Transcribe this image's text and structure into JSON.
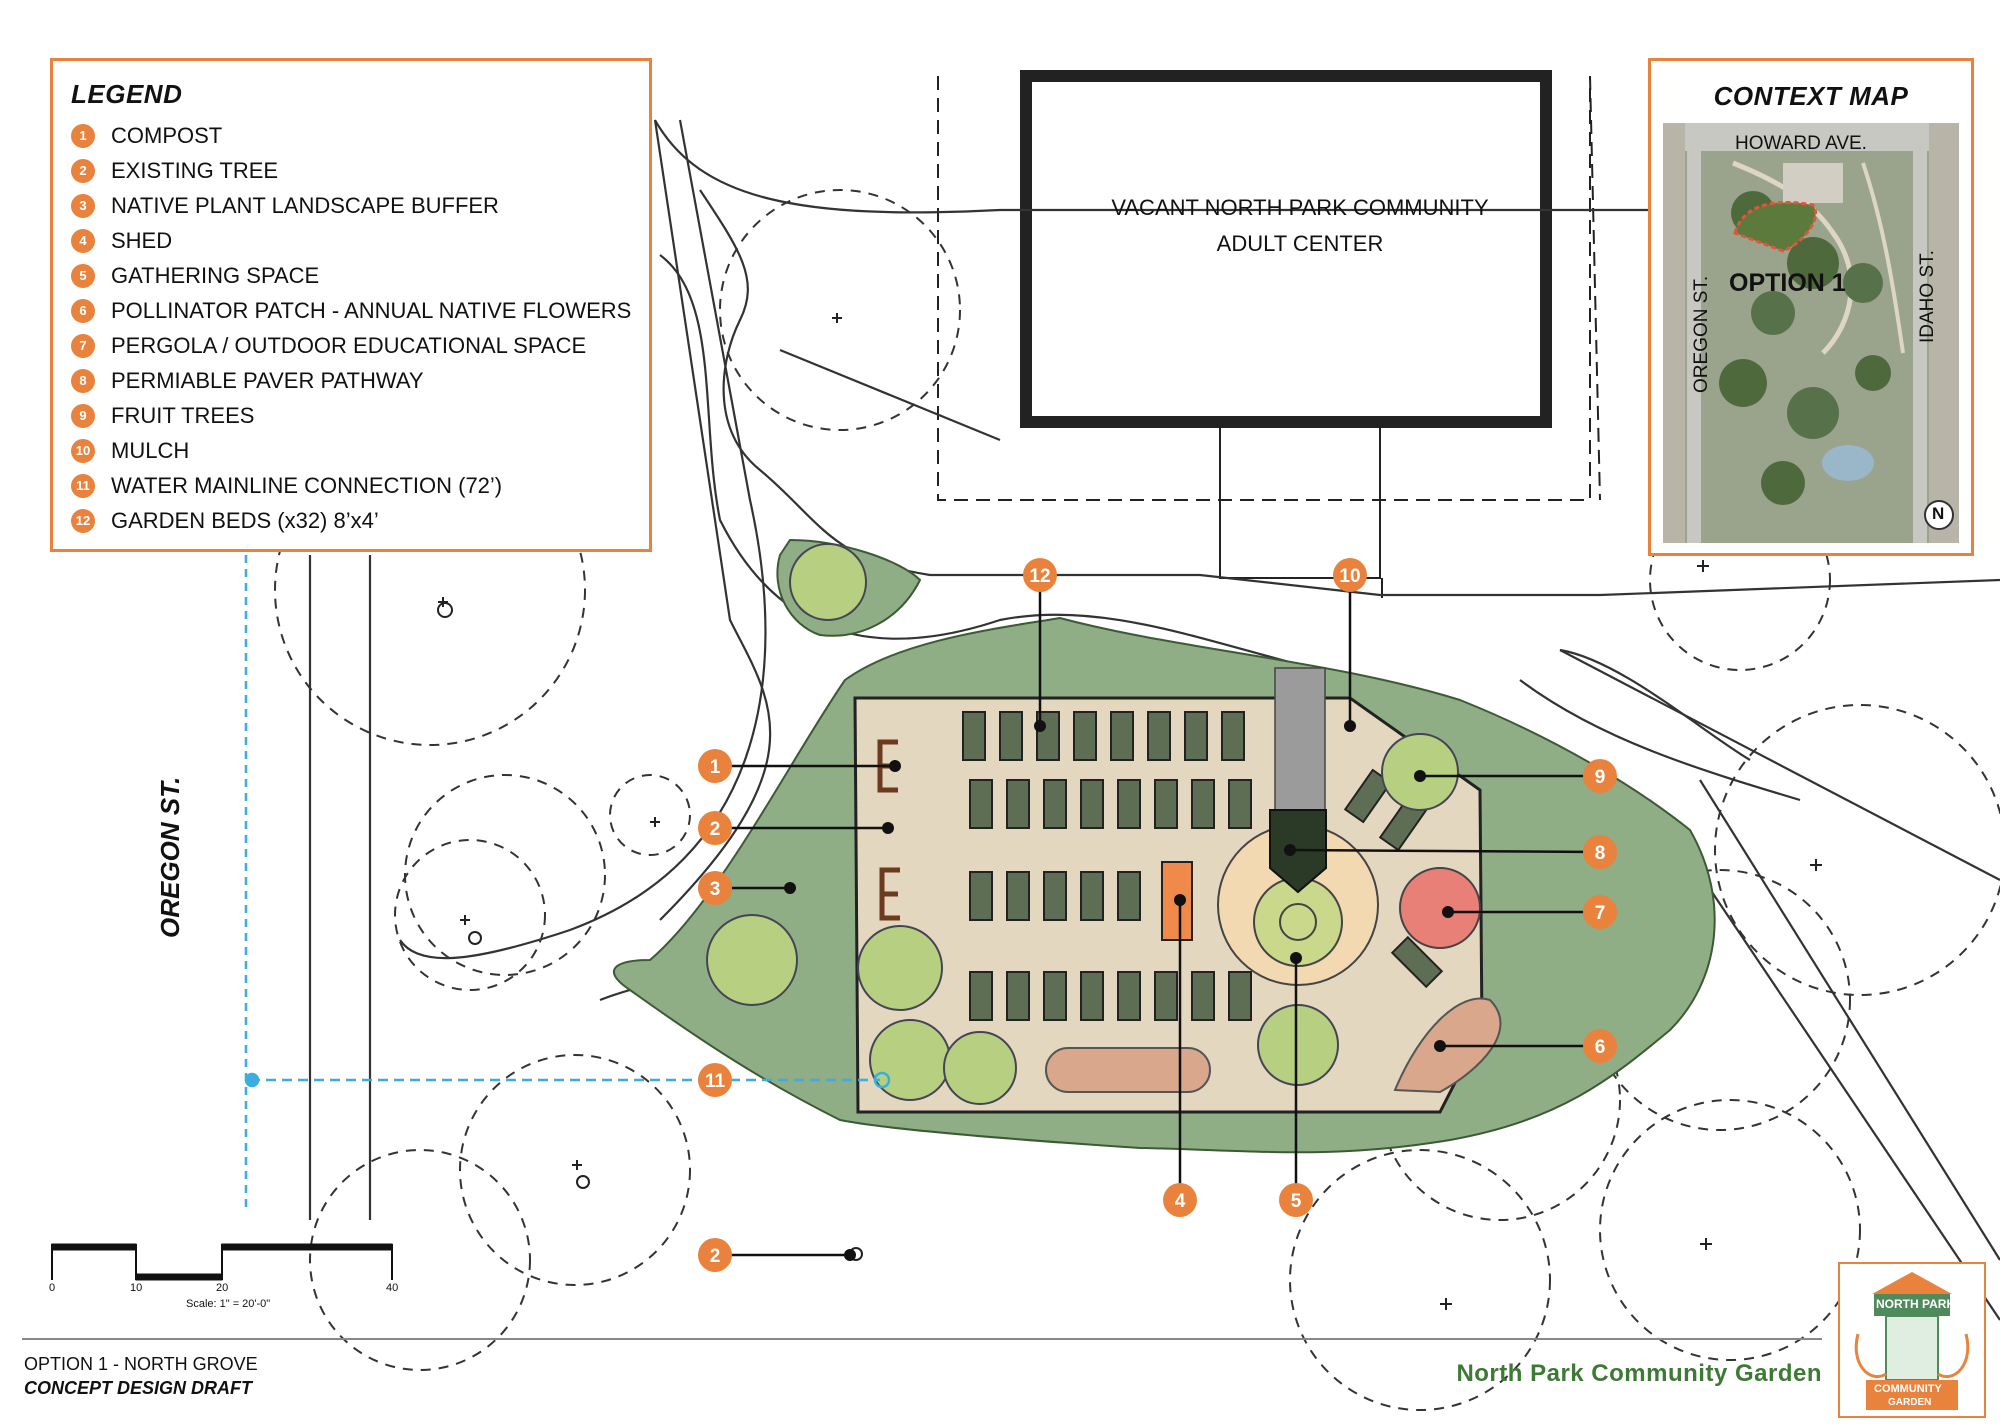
{
  "legend": {
    "title": "LEGEND",
    "items": [
      {
        "n": "1",
        "label": "COMPOST"
      },
      {
        "n": "2",
        "label": "EXISTING TREE"
      },
      {
        "n": "3",
        "label": "NATIVE PLANT LANDSCAPE BUFFER"
      },
      {
        "n": "4",
        "label": "SHED"
      },
      {
        "n": "5",
        "label": "GATHERING SPACE"
      },
      {
        "n": "6",
        "label": "POLLINATOR PATCH - ANNUAL NATIVE FLOWERS"
      },
      {
        "n": "7",
        "label": "PERGOLA / OUTDOOR EDUCATIONAL SPACE"
      },
      {
        "n": "8",
        "label": "PERMIABLE PAVER PATHWAY"
      },
      {
        "n": "9",
        "label": "FRUIT TREES"
      },
      {
        "n": "10",
        "label": "MULCH"
      },
      {
        "n": "11",
        "label": "WATER MAINLINE CONNECTION (72’)"
      },
      {
        "n": "12",
        "label": "GARDEN BEDS (x32) 8’x4’"
      }
    ]
  },
  "context_map": {
    "title": "CONTEXT MAP",
    "top_street": "HOWARD AVE.",
    "left_street": "OREGON ST.",
    "right_street": "IDAHO ST.",
    "option_label": "OPTION 1",
    "north_symbol": "N"
  },
  "building": {
    "line1": "VACANT NORTH PARK COMMUNITY",
    "line2": "ADULT CENTER"
  },
  "street_label": "OREGON ST.",
  "callouts": {
    "n1": "1",
    "n2a": "2",
    "n2b": "2",
    "n3": "3",
    "n4": "4",
    "n5": "5",
    "n6": "6",
    "n7": "7",
    "n8": "8",
    "n9": "9",
    "n10": "10",
    "n11": "11",
    "n12": "12"
  },
  "scale": {
    "ticks": [
      "0",
      "10",
      "20",
      "40"
    ],
    "caption": "Scale: 1\" = 20'-0\""
  },
  "footer": {
    "title": "OPTION 1 - NORTH GROVE",
    "subtitle": "CONCEPT DESIGN DRAFT",
    "project": "North Park Community Garden"
  },
  "logo": {
    "top": "NORTH PARK",
    "bottom_line1": "COMMUNITY",
    "bottom_line2": "GARDEN"
  },
  "colors": {
    "accent": "#e8823c",
    "buffer_green": "#8fae86",
    "bed_green": "#5e6e54",
    "project_title": "#3e7a35",
    "water_line": "#3aaee0"
  }
}
